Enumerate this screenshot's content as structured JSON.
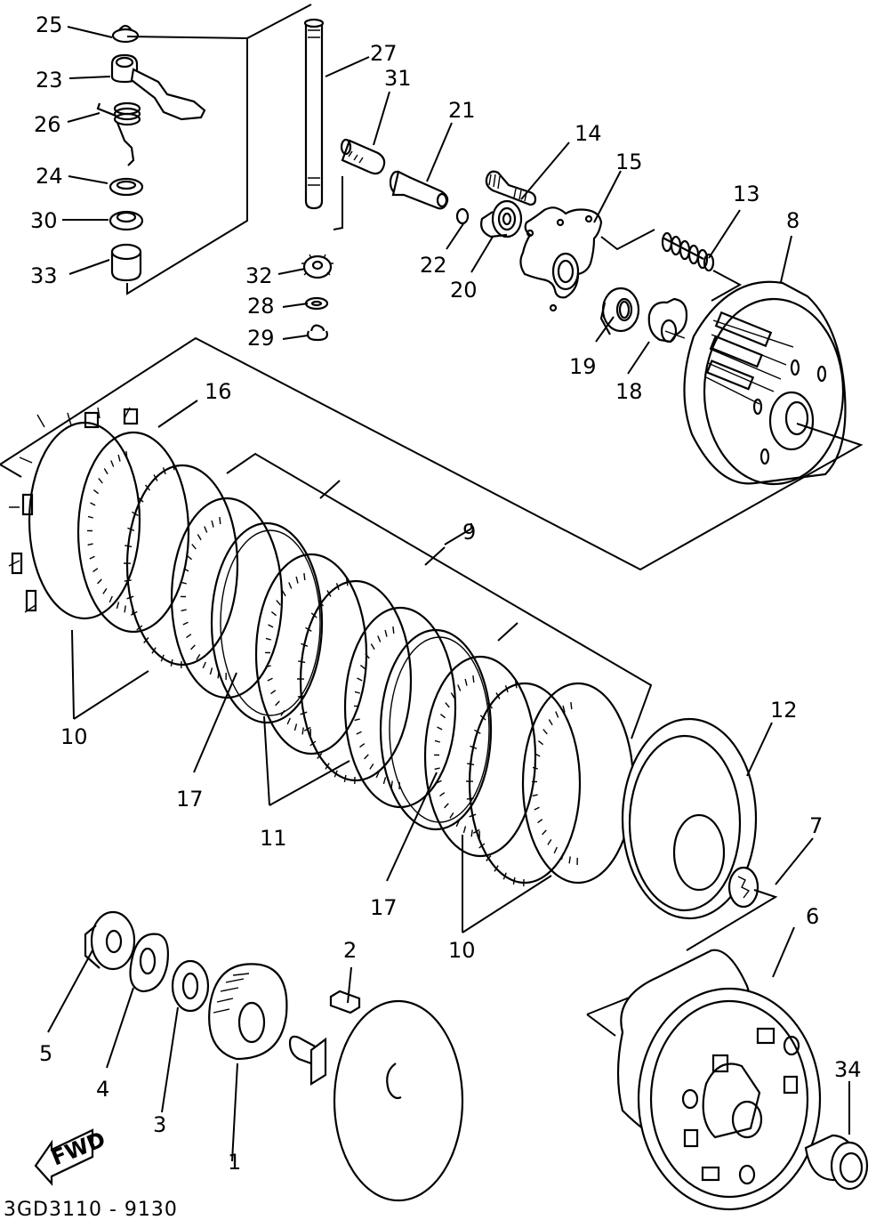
{
  "title": "Clutch exploded parts diagram",
  "diagram_code": "3GD3110 - 9130",
  "direction_indicator": {
    "label": "FWD",
    "icon": "forward-arrow-icon"
  },
  "callouts": [
    {
      "id": "1",
      "label": "1"
    },
    {
      "id": "2",
      "label": "2"
    },
    {
      "id": "3",
      "label": "3"
    },
    {
      "id": "4",
      "label": "4"
    },
    {
      "id": "5",
      "label": "5"
    },
    {
      "id": "6",
      "label": "6"
    },
    {
      "id": "7",
      "label": "7"
    },
    {
      "id": "8",
      "label": "8"
    },
    {
      "id": "9",
      "label": "9"
    },
    {
      "id": "10a",
      "label": "10"
    },
    {
      "id": "10b",
      "label": "10"
    },
    {
      "id": "11",
      "label": "11"
    },
    {
      "id": "12",
      "label": "12"
    },
    {
      "id": "13",
      "label": "13"
    },
    {
      "id": "14",
      "label": "14"
    },
    {
      "id": "15",
      "label": "15"
    },
    {
      "id": "16",
      "label": "16"
    },
    {
      "id": "17a",
      "label": "17"
    },
    {
      "id": "17b",
      "label": "17"
    },
    {
      "id": "18",
      "label": "18"
    },
    {
      "id": "19",
      "label": "19"
    },
    {
      "id": "20",
      "label": "20"
    },
    {
      "id": "21",
      "label": "21"
    },
    {
      "id": "22",
      "label": "22"
    },
    {
      "id": "23",
      "label": "23"
    },
    {
      "id": "24",
      "label": "24"
    },
    {
      "id": "25",
      "label": "25"
    },
    {
      "id": "26",
      "label": "26"
    },
    {
      "id": "27",
      "label": "27"
    },
    {
      "id": "28",
      "label": "28"
    },
    {
      "id": "29",
      "label": "29"
    },
    {
      "id": "30",
      "label": "30"
    },
    {
      "id": "31",
      "label": "31"
    },
    {
      "id": "32",
      "label": "32"
    },
    {
      "id": "33",
      "label": "33"
    },
    {
      "id": "34",
      "label": "34"
    }
  ]
}
